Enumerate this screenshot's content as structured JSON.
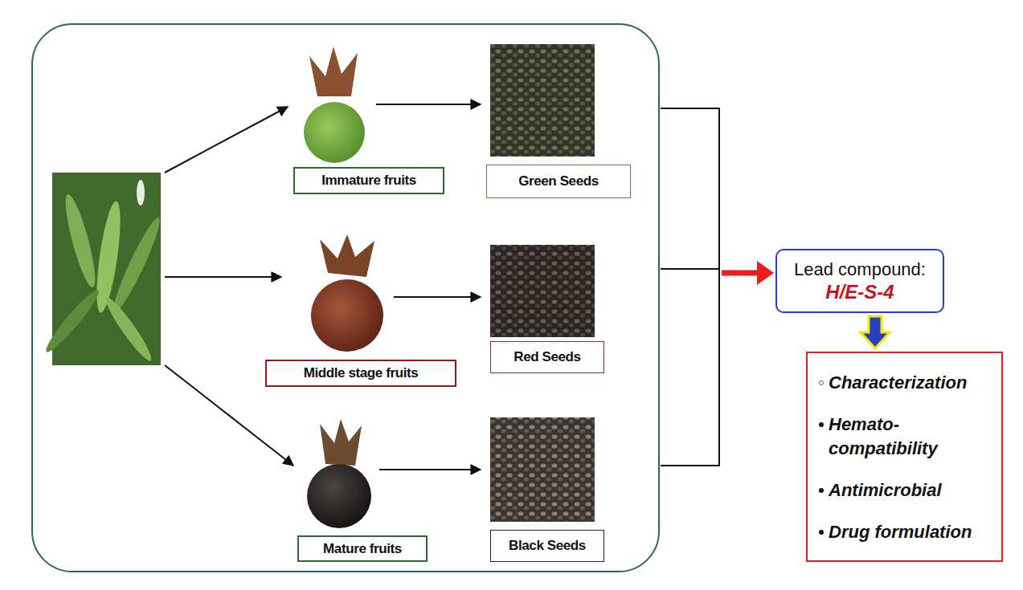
{
  "diagram": {
    "nodes": [
      {
        "text": [
          "Immature fruits"
        ]
      },
      {
        "text": [
          "Green Seeds"
        ]
      },
      {
        "text": [
          "Middle stage fruits"
        ]
      },
      {
        "text": [
          "Red Seeds"
        ]
      },
      {
        "text": [
          "Mature fruits"
        ]
      },
      {
        "text": [
          "Black Seeds"
        ]
      },
      {
        "text": [
          "Lead compound:",
          "H/E-S-4"
        ]
      },
      {
        "text": [
          "Characterization",
          "Hemato- compatibility",
          "Antimicrobial",
          "Drug formulation"
        ]
      }
    ],
    "edges": [
      {
        "from": 6,
        "to": 7,
        "arrow": "to"
      }
    ]
  }
}
